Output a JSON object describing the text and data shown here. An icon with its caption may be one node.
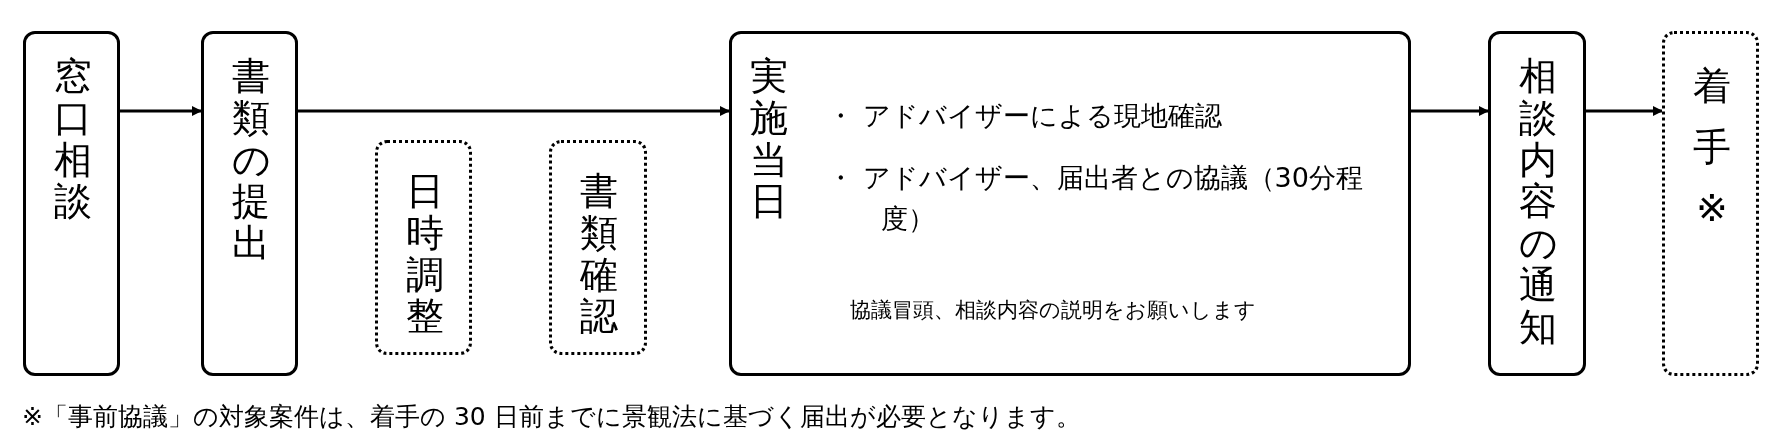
{
  "diagram": {
    "caption": "※「事前協議」の対象案件は、着手の 30 日前までに景観法に基づく届出が必要となります。",
    "nodes": [
      {
        "text": [
          "窓口相談"
        ]
      },
      {
        "text": [
          "書類の提出"
        ]
      },
      {
        "text": [
          "日時調整"
        ]
      },
      {
        "text": [
          "書類確認"
        ]
      },
      {
        "text": [
          "実施当日",
          "・ アドバイザーによる現地確認",
          "・ アドバイザー、届出者との協議（30分程度）",
          "協議冒頭、相談内容の説明をお願いします"
        ]
      },
      {
        "text": [
          "相談内容の通知"
        ]
      },
      {
        "text": [
          "着手※"
        ]
      }
    ],
    "edges": [
      {
        "from": 0,
        "to": 1,
        "arrow": "to"
      },
      {
        "from": 1,
        "to": 4,
        "arrow": "to"
      },
      {
        "from": 4,
        "to": 5,
        "arrow": "to"
      },
      {
        "from": 5,
        "to": 6,
        "arrow": "to"
      }
    ]
  }
}
